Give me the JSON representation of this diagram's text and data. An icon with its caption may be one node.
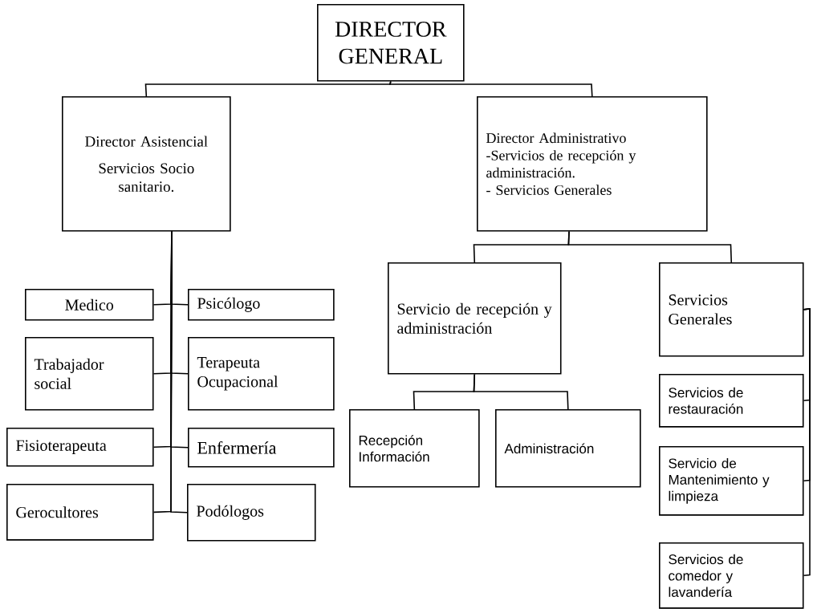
{
  "diagram": {
    "nodes": [
      {
        "text": [
          "DIRECTOR GENERAL"
        ]
      },
      {
        "text": [
          "Director Asistencial",
          "Servicios Socio sanitario."
        ]
      },
      {
        "text": [
          "Director Administrativo",
          "-Servicios de recepción y administración.",
          "- Servicios Generales"
        ]
      },
      {
        "text": [
          "Medico"
        ]
      },
      {
        "text": [
          "Psicólogo"
        ]
      },
      {
        "text": [
          "Trabajador social"
        ]
      },
      {
        "text": [
          "Terapeuta Ocupacional"
        ]
      },
      {
        "text": [
          "Fisioterapeuta"
        ]
      },
      {
        "text": [
          "Enfermería"
        ]
      },
      {
        "text": [
          "Gerocultores"
        ]
      },
      {
        "text": [
          "Podólogos"
        ]
      },
      {
        "text": [
          "Servicio de recepción y administración"
        ]
      },
      {
        "text": [
          "Servicios Generales"
        ]
      },
      {
        "text": [
          "Recepción Información"
        ]
      },
      {
        "text": [
          "Administración"
        ]
      },
      {
        "text": [
          "Servicios de restauración"
        ]
      },
      {
        "text": [
          "Servicio de Mantenimiento y limpieza"
        ]
      },
      {
        "text": [
          "Servicios de comedor y lavandería"
        ]
      }
    ],
    "edges": [
      {
        "from": 0,
        "to": 1,
        "arrow": "none"
      },
      {
        "from": 0,
        "to": 2,
        "arrow": "none"
      },
      {
        "from": 1,
        "to": 3,
        "arrow": "none"
      },
      {
        "from": 1,
        "to": 4,
        "arrow": "none"
      },
      {
        "from": 1,
        "to": 5,
        "arrow": "none"
      },
      {
        "from": 1,
        "to": 6,
        "arrow": "none"
      },
      {
        "from": 1,
        "to": 7,
        "arrow": "none"
      },
      {
        "from": 1,
        "to": 8,
        "arrow": "none"
      },
      {
        "from": 1,
        "to": 9,
        "arrow": "none"
      },
      {
        "from": 1,
        "to": 10,
        "arrow": "none"
      },
      {
        "from": 2,
        "to": 11,
        "arrow": "none"
      },
      {
        "from": 2,
        "to": 12,
        "arrow": "none"
      },
      {
        "from": 11,
        "to": 13,
        "arrow": "none"
      },
      {
        "from": 11,
        "to": 14,
        "arrow": "none"
      },
      {
        "from": 12,
        "to": 15,
        "arrow": "none"
      },
      {
        "from": 12,
        "to": 16,
        "arrow": "none"
      },
      {
        "from": 12,
        "to": 17,
        "arrow": "none"
      }
    ]
  }
}
